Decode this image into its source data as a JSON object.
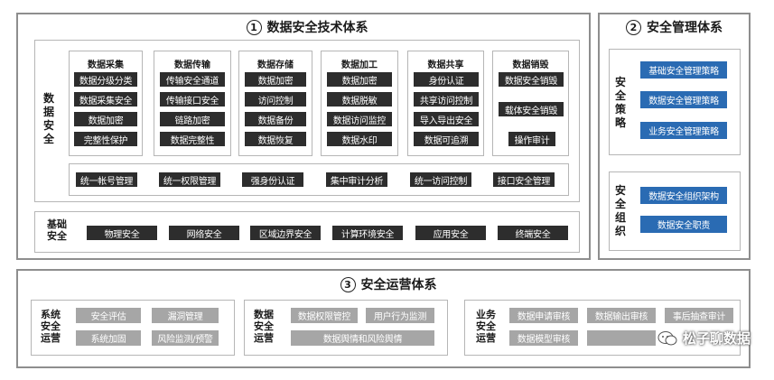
{
  "tech": {
    "num": "1",
    "title": "数据安全技术体系",
    "data_security_label": [
      "数",
      "据",
      "安",
      "全"
    ],
    "columns": [
      {
        "title": "数据采集",
        "items": [
          "数据分级分类",
          "数据采集安全",
          "数据加密",
          "完整性保护"
        ]
      },
      {
        "title": "数据传输",
        "items": [
          "传输安全通道",
          "传输接口安全",
          "链路加密",
          "数据完整性"
        ]
      },
      {
        "title": "数据存储",
        "items": [
          "数据加密",
          "访问控制",
          "数据备份",
          "数据恢复"
        ]
      },
      {
        "title": "数据加工",
        "items": [
          "数据加密",
          "数据脱敏",
          "数据访问监控",
          "数据水印"
        ]
      },
      {
        "title": "数据共享",
        "items": [
          "身份认证",
          "共享访问控制",
          "导入导出安全",
          "数据可追溯"
        ]
      },
      {
        "title": "数据销毁",
        "items": [
          "数据安全销毁",
          "载体安全销毁",
          "操作审计"
        ]
      }
    ],
    "common_row": [
      "统一帐号管理",
      "统一权限管理",
      "强身份认证",
      "集中审计分析",
      "统一访问控制",
      "接口安全管理"
    ],
    "base_label": [
      "基础",
      "安全"
    ],
    "base_row": [
      "物理安全",
      "网络安全",
      "区域边界安全",
      "计算环境安全",
      "应用安全",
      "终端安全"
    ]
  },
  "mgmt": {
    "num": "2",
    "title": "安全管理体系",
    "policy_label": [
      "安",
      "全",
      "策",
      "略"
    ],
    "policies": [
      "基础安全管理策略",
      "数据安全管理策略",
      "业务安全管理策略"
    ],
    "org_label": [
      "安",
      "全",
      "组",
      "织"
    ],
    "org_items": [
      "数据安全组织架构",
      "数据安全职责"
    ]
  },
  "ops": {
    "num": "3",
    "title": "安全运营体系",
    "groups": [
      {
        "label": [
          "系统",
          "安全",
          "运营"
        ],
        "items": [
          "安全评估",
          "漏洞管理",
          "系统加固",
          "风险监测/预警"
        ]
      },
      {
        "label": [
          "数据",
          "安全",
          "运营"
        ],
        "items": [
          "数据权限管控",
          "用户行为监测",
          "数据舆情和风险舆情"
        ]
      },
      {
        "label": [
          "业务",
          "安全",
          "运营"
        ],
        "items": [
          "数据申请审核",
          "数据输出审核",
          "事后抽查审计",
          "数据模型审核"
        ]
      }
    ]
  },
  "watermark": {
    "text": "松子聊数据",
    "icon": "wechat-icon"
  },
  "colors": {
    "dark_chip": "#2d2d2d",
    "blue_chip": "#2a6bb3",
    "grey_chip": "#a6a6a6",
    "frame": "#8e8e8e"
  }
}
